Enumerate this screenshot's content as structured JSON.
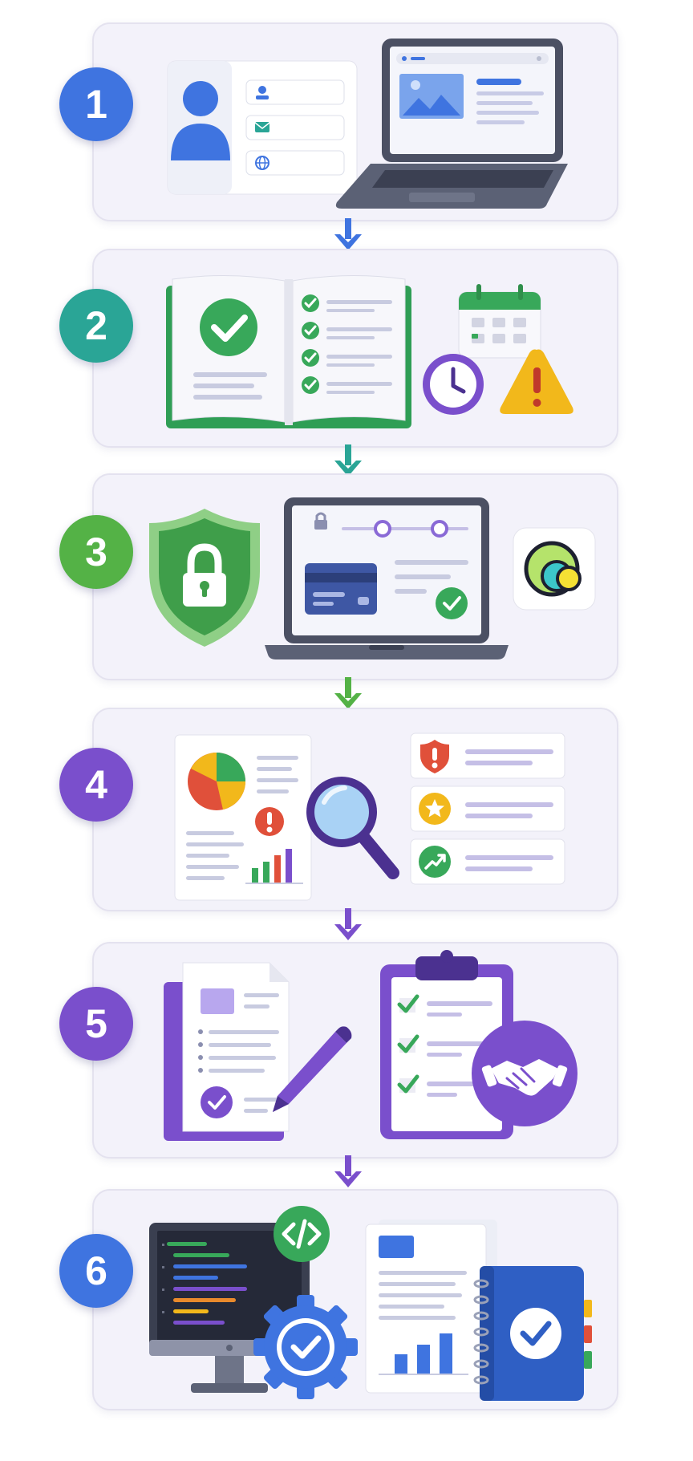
{
  "steps": [
    {
      "number": "1",
      "color": "#3f74e0"
    },
    {
      "number": "2",
      "color": "#2aa596"
    },
    {
      "number": "3",
      "color": "#54b246"
    },
    {
      "number": "4",
      "color": "#7a4fcc"
    },
    {
      "number": "5",
      "color": "#7a4fcc"
    },
    {
      "number": "6",
      "color": "#3f74e0"
    }
  ],
  "arrows": [
    {
      "color": "#3f74e0"
    },
    {
      "color": "#2aa596"
    },
    {
      "color": "#54b246"
    },
    {
      "color": "#7a4fcc"
    },
    {
      "color": "#7a4fcc"
    }
  ],
  "icons": {
    "step1": [
      "user-profile-form-icon",
      "user-icon",
      "email-icon",
      "globe-icon",
      "laptop-website-icon"
    ],
    "step2": [
      "open-book-checklist-icon",
      "calendar-icon",
      "clock-icon",
      "warning-icon"
    ],
    "step3": [
      "security-shield-lock-icon",
      "laptop-payment-icon",
      "credit-card-icon",
      "app-logo-icon"
    ],
    "step4": [
      "report-pie-chart-icon",
      "magnifier-icon",
      "alert-list-icon",
      "star-list-icon",
      "growth-list-icon"
    ],
    "step5": [
      "document-sign-pen-icon",
      "clipboard-checklist-icon",
      "handshake-icon"
    ],
    "step6": [
      "code-monitor-icon",
      "code-tag-icon",
      "gear-check-icon",
      "report-bar-chart-icon",
      "notebook-check-icon"
    ]
  }
}
